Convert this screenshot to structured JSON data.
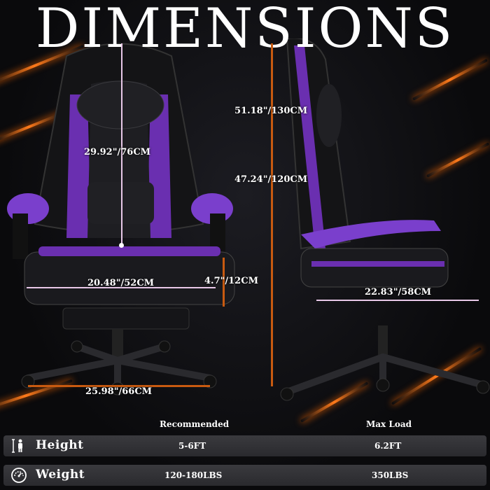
{
  "title": "DIMENSIONS",
  "front": {
    "backrest_height": "29.92\"/76CM",
    "seat_width": "20.48\"/52CM",
    "base_width": "25.98\"/66CM",
    "seat_thickness": "4.7\"/12CM"
  },
  "side": {
    "max_height": "51.18\"/130CM",
    "min_height": "47.24\"/120CM",
    "seat_depth": "22.83\"/58CM"
  },
  "specs": {
    "headers": [
      "Recommended",
      "Max Load"
    ],
    "rows": [
      {
        "icon": "person-height-icon",
        "label": "Height",
        "recommended": "5-6FT",
        "max": "6.2FT"
      },
      {
        "icon": "weight-gauge-icon",
        "label": "Weight",
        "recommended": "120-180LBS",
        "max": "350LBS"
      }
    ]
  },
  "colors": {
    "accent": "#7b3fc4",
    "glow": "#ff7a1a",
    "background": "#0b0b0d"
  }
}
